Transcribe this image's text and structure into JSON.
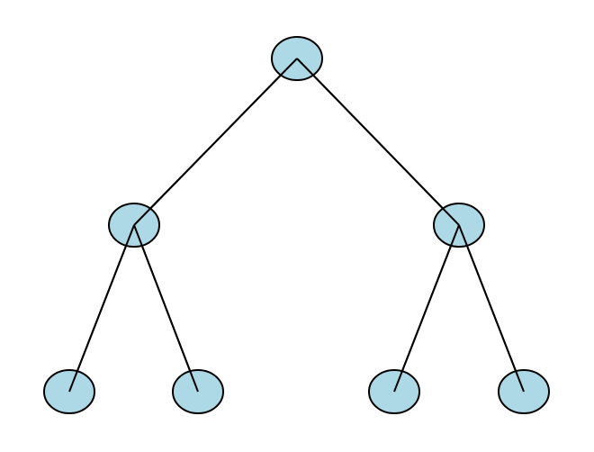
{
  "diagram": {
    "type": "binary-tree",
    "depth": 3,
    "node_fill": "#add8e6",
    "node_stroke": "#000000",
    "edge_color": "#000000",
    "background": "#ffffff",
    "nodes": [
      {
        "id": "root",
        "level": 0
      },
      {
        "id": "left-child",
        "level": 1
      },
      {
        "id": "right-child",
        "level": 1
      },
      {
        "id": "left-left-leaf",
        "level": 2
      },
      {
        "id": "left-right-leaf",
        "level": 2
      },
      {
        "id": "right-left-leaf",
        "level": 2
      },
      {
        "id": "right-right-leaf",
        "level": 2
      }
    ],
    "edges": [
      {
        "from": "root",
        "to": "left-child"
      },
      {
        "from": "root",
        "to": "right-child"
      },
      {
        "from": "left-child",
        "to": "left-left-leaf"
      },
      {
        "from": "left-child",
        "to": "left-right-leaf"
      },
      {
        "from": "right-child",
        "to": "right-left-leaf"
      },
      {
        "from": "right-child",
        "to": "right-right-leaf"
      }
    ]
  }
}
